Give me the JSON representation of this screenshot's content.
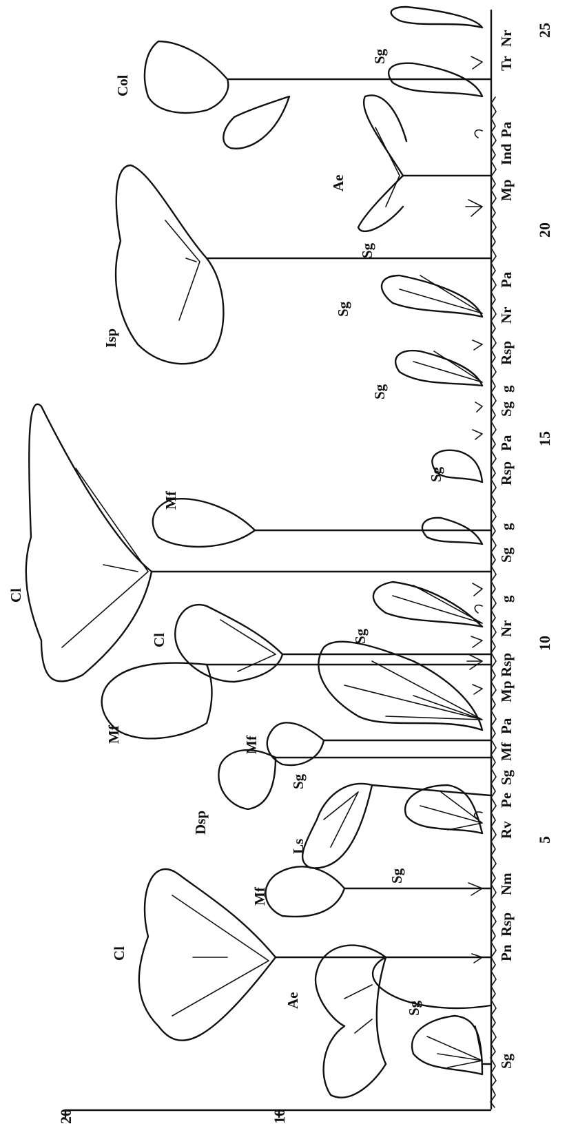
{
  "y_axis": {
    "ticks": [
      "20",
      "10"
    ]
  },
  "x_axis": {
    "ticks": [
      "5",
      "10",
      "15",
      "20",
      "25"
    ]
  },
  "bottom_labels": [
    "Sg",
    "Pn",
    "Rsp",
    "Nm",
    "Rv",
    "Pe",
    "Sg",
    "Mf",
    "Pa",
    "Mp",
    "Rsp",
    "Nr",
    "g",
    "Sg",
    "g",
    "Rsp",
    "Pa",
    "Sg",
    "g",
    "Rsp",
    "Nr",
    "Pa",
    "Mp",
    "Ind",
    "Pa",
    "Tr",
    "Nr"
  ],
  "plant_labels": [
    "Sg",
    "Ae",
    "Cl",
    "Mf",
    "Sg",
    "Ls",
    "Dsp",
    "Sg",
    "Mf",
    "Mf",
    "Cl",
    "Sg",
    "Cl",
    "Mf",
    "Sg",
    "Sg",
    "Sg",
    "Isp",
    "Sg",
    "Ae",
    "Col",
    "Sg"
  ]
}
